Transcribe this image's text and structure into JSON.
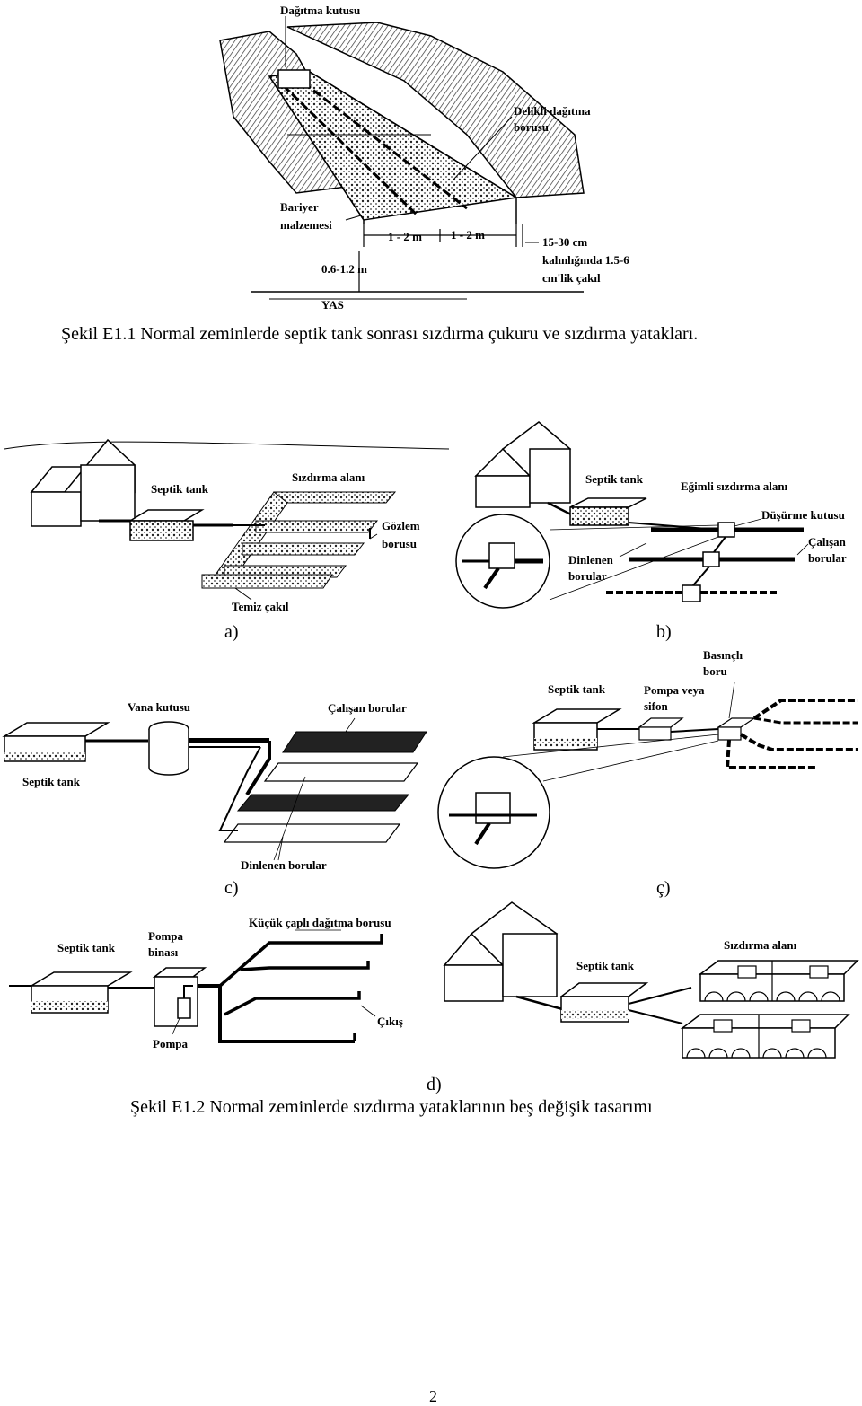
{
  "figure1": {
    "labels": {
      "distribution_box": "Dağıtma kutusu",
      "perforated_pipe_1": "Delikli dağıtma",
      "perforated_pipe_2": "borusu",
      "barrier_1": "Bariyer",
      "barrier_2": "malzemesi",
      "width_a": "1 - 2 m",
      "width_b": "1 - 2 m",
      "gravel_1": "15-30 cm",
      "gravel_2": "kalınlığında 1.5-6",
      "gravel_3": "cm'lik çakıl",
      "depth": "0.6-1.2 m",
      "yas": "YAS"
    },
    "caption": "Şekil E1.1 Normal zeminlerde septik tank sonrası sızdırma çukuru ve sızdırma yatakları."
  },
  "figure2": {
    "a": {
      "septik": "Septik tank",
      "area": "Sızdırma alanı",
      "obs_1": "Gözlem",
      "obs_2": "borusu",
      "gravel": "Temiz çakıl",
      "letter": "a)"
    },
    "b": {
      "septik": "Septik tank",
      "sloped": "Eğimli sızdırma alanı",
      "drop": "Düşürme kutusu",
      "working_1": "Çalışan",
      "working_2": "borular",
      "resting_1": "Dinlenen",
      "resting_2": "borular",
      "letter": "b)"
    },
    "c": {
      "valve": "Vana kutusu",
      "working": "Çalışan borular",
      "septik": "Septik tank",
      "resting": "Dinlenen borular",
      "letter": "c)"
    },
    "cc": {
      "septik": "Septik tank",
      "pump_1": "Pompa veya",
      "pump_2": "sifon",
      "pressure_1": "Basınçlı",
      "pressure_2": "boru",
      "letter": "ç)"
    },
    "d": {
      "septik": "Septik tank",
      "pumphouse_1": "Pompa",
      "pumphouse_2": "binası",
      "smallpipe": "Küçük çaplı dağıtma borusu",
      "outlet": "Çıkış",
      "pump": "Pompa",
      "letter": "d)"
    },
    "e": {
      "septik": "Septik tank",
      "area": "Sızdırma alanı"
    },
    "caption": "Şekil E1.2 Normal zeminlerde sızdırma yataklarının beş değişik tasarımı"
  },
  "page_number": "2"
}
